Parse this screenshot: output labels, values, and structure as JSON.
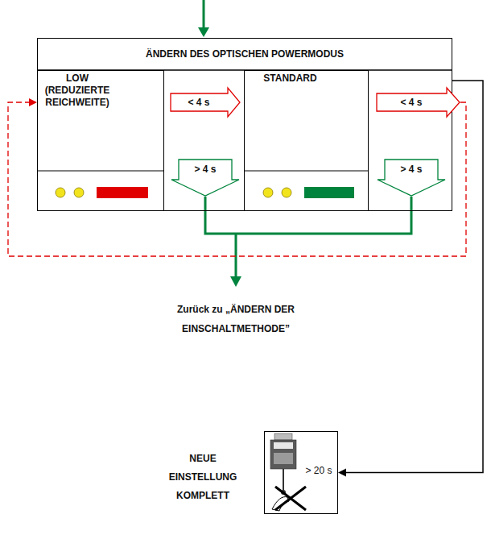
{
  "diagram": {
    "nodes": [
      {
        "text": [
          "ÄNDERN DES OPTISCHEN POWERMODUS"
        ]
      },
      {
        "text": [
          "LOW (REDUZIERTE REICHWEITE)"
        ],
        "in": 0
      },
      {
        "text": [
          "< 4 s"
        ],
        "in": 0
      },
      {
        "text": [
          "> 4 s"
        ],
        "in": 0
      },
      {
        "text": [
          "STANDARD"
        ],
        "in": 0
      },
      {
        "text": [
          "< 4 s"
        ],
        "in": 0
      },
      {
        "text": [
          "> 4 s"
        ],
        "in": 0
      },
      {
        "text": [
          "NEUE EINSTELLUNG KOMPLETT",
          "> 20 s"
        ]
      }
    ],
    "edges": [
      {
        "from": 5,
        "to": 1,
        "arrow": "to"
      },
      {
        "from": 0,
        "to": 7,
        "arrow": "to"
      }
    ],
    "labels": [
      "Zurück zu „ÄNDERN DER EINSCHALTMETHODE”"
    ]
  }
}
